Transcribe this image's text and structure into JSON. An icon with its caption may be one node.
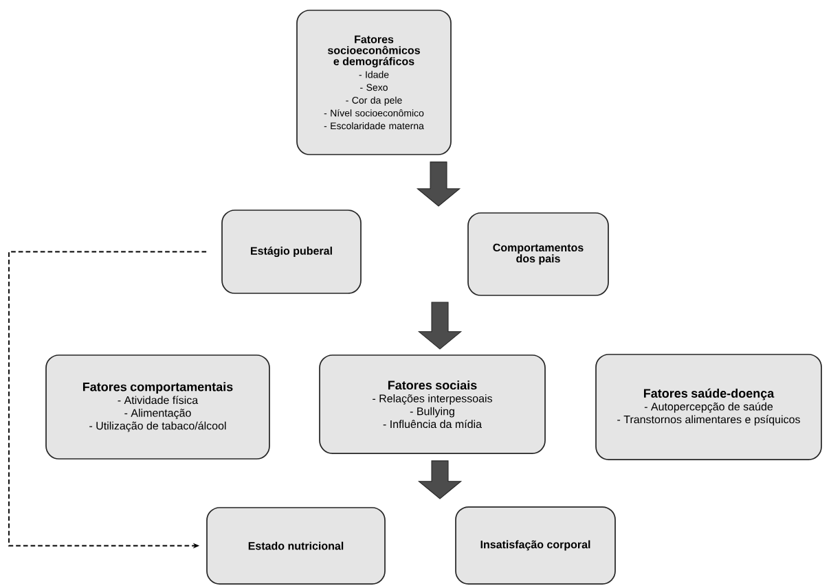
{
  "diagram": {
    "nodes": [
      {
        "text": [
          "Fatores socioeconômicos e demográficos",
          "- Idade",
          "- Sexo",
          "- Cor da pele",
          "- Nível socioeconômico",
          "- Escolaridade materna"
        ]
      },
      {
        "text": [
          "Estágio puberal"
        ]
      },
      {
        "text": [
          "Comportamentos dos pais"
        ]
      },
      {
        "text": [
          "Fatores comportamentais",
          "- Atividade física",
          "- Alimentação",
          "- Utilização de tabaco/álcool"
        ]
      },
      {
        "text": [
          "Fatores sociais",
          "- Relações interpessoais",
          "- Bullying",
          "- Influência da mídia"
        ]
      },
      {
        "text": [
          "Fatores saúde-doença",
          "- Autopercepção de saúde",
          "- Transtornos alimentares e psíquicos"
        ]
      },
      {
        "text": [
          "Estado nutricional"
        ]
      },
      {
        "text": [
          "Insatisfação corporal"
        ]
      }
    ],
    "edges": [
      {
        "from": 0,
        "to": null,
        "arrow": "to"
      },
      {
        "from": null,
        "to": 4,
        "arrow": "to"
      },
      {
        "from": 4,
        "to": null,
        "arrow": "to"
      },
      {
        "from": 1,
        "to": 6,
        "arrow": "to",
        "style": "dashed"
      }
    ]
  }
}
